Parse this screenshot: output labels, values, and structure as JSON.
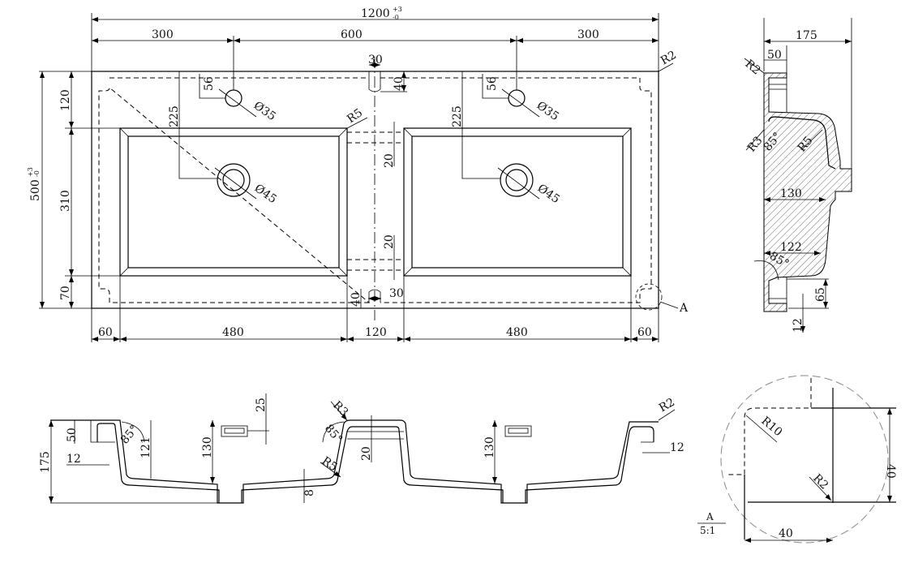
{
  "top_view": {
    "overall_width": "1200",
    "width_tol_plus": "+3",
    "width_tol_minus": "-0",
    "overall_depth": "500",
    "depth_tol_plus": "+3",
    "depth_tol_minus": "-0",
    "top_dims": [
      "300",
      "600",
      "300"
    ],
    "left_dims": [
      "120",
      "310",
      "70"
    ],
    "bottom_dims": [
      "60",
      "480",
      "120",
      "480",
      "60"
    ],
    "slot_width_top": "30",
    "slot_depth_top": "40",
    "slot_width_bottom": "30",
    "slot_depth_bottom": "40",
    "divider_gap_top": "20",
    "divider_gap_bottom": "20",
    "tap_offset_left": "56",
    "tap_offset_right": "56",
    "tap_diameter_left": "Ø35",
    "tap_diameter_right": "Ø35",
    "drain_offset_left": "225",
    "drain_offset_right": "225",
    "drain_diameter_left": "Ø45",
    "drain_diameter_right": "Ø45",
    "basin_radius": "R5",
    "corner_radius": "R2",
    "detail_marker": "A"
  },
  "side_view": {
    "depth": "175",
    "rim_width": "50",
    "corner_radius": "R2",
    "inner_radius": "R3",
    "basin_radius": "R5",
    "top_angle": "85°",
    "bottom_angle": "85°",
    "top_width": "130",
    "bottom_width": "122",
    "rear_height": "65",
    "thickness": "12"
  },
  "front_section": {
    "height": "175",
    "rim_height": "50",
    "wall_thickness": "12",
    "angle_left": "85°",
    "angle_right": "85°",
    "inner_depth": "121",
    "basin_depth_left": "130",
    "basin_depth_right": "130",
    "overflow_offset": "25",
    "radius_top": "R3",
    "radius_bottom": "R5",
    "slope": "8",
    "divider_height": "20",
    "corner_radius": "R2",
    "thickness_right": "12"
  },
  "detail_a": {
    "label": "A",
    "scale": "5:1",
    "inner_radius": "R10",
    "outer_radius": "R2",
    "height": "40",
    "width": "40"
  }
}
